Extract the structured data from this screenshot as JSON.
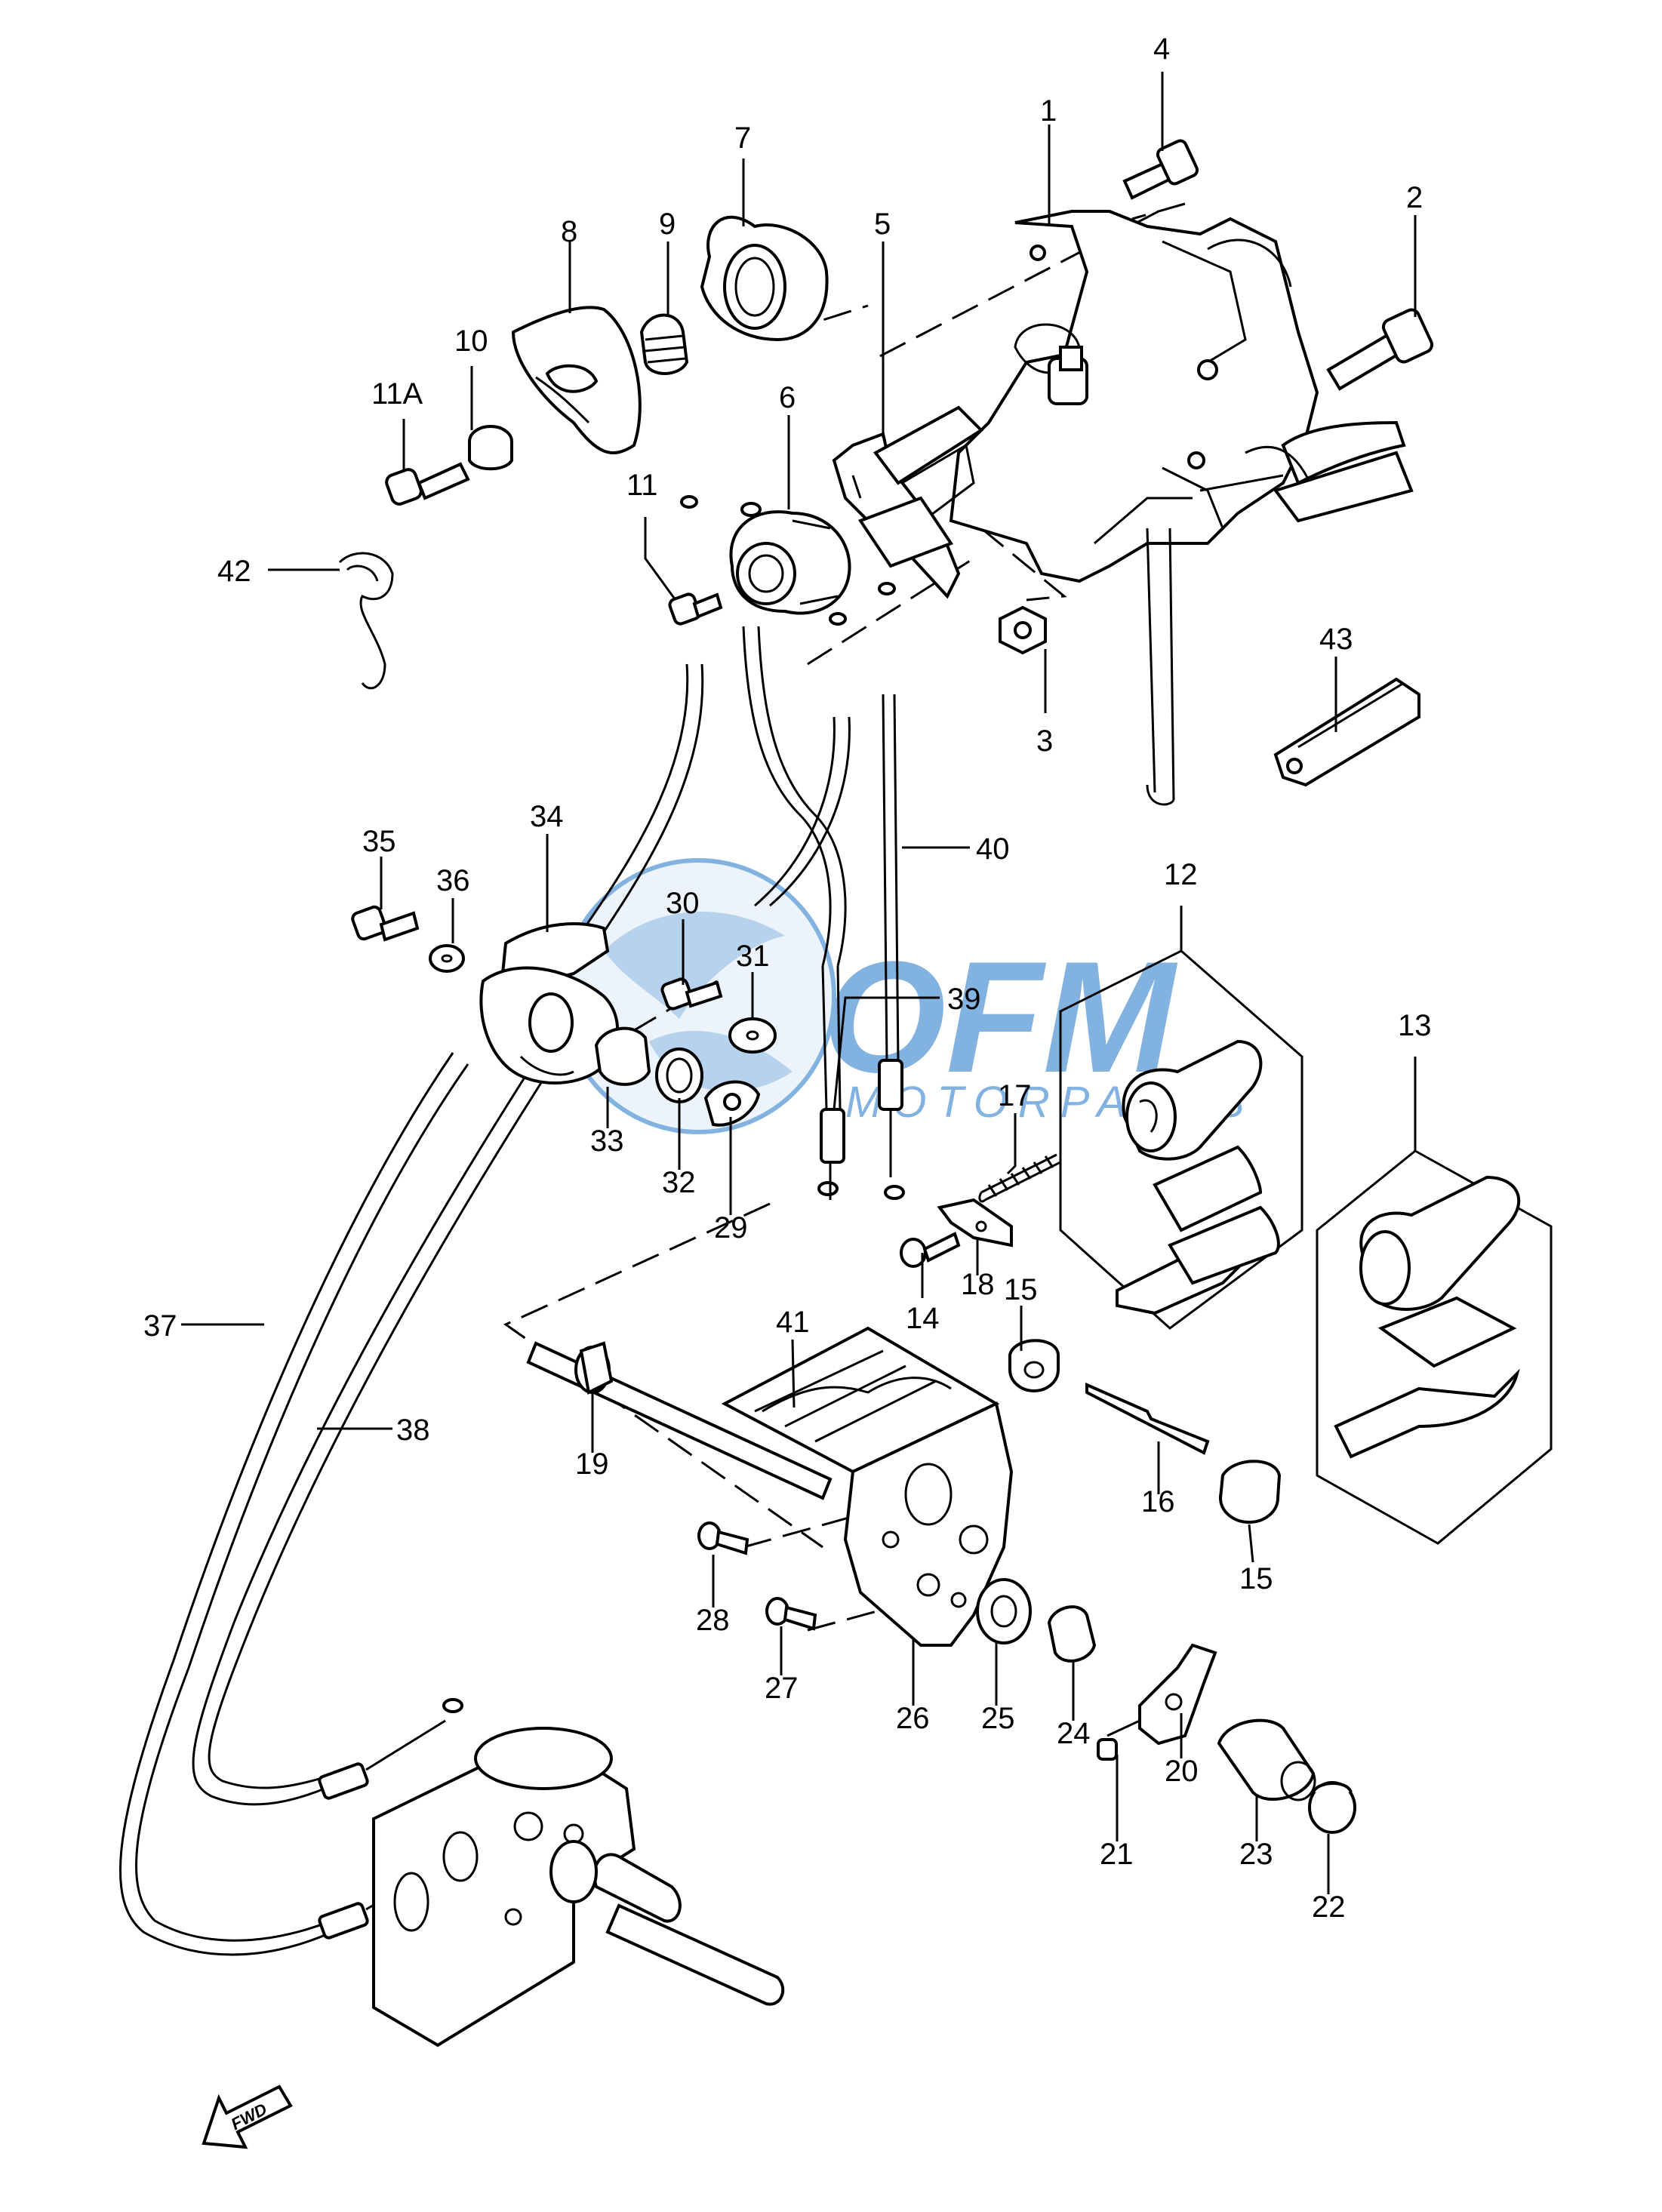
{
  "watermark": {
    "brand": "OFM",
    "subtext": "MOTORPARTS",
    "colors": {
      "blue": "#1a73c7",
      "light": "#dce9f7"
    }
  },
  "fwd_label": "FWD",
  "callouts": {
    "c1": "1",
    "c2": "2",
    "c3": "3",
    "c4": "4",
    "c5": "5",
    "c6": "6",
    "c7": "7",
    "c8": "8",
    "c9": "9",
    "c10": "10",
    "c11": "11",
    "c11a": "11A",
    "c12": "12",
    "c13": "13",
    "c14": "14",
    "c15a": "15",
    "c15b": "15",
    "c16": "16",
    "c17": "17",
    "c18": "18",
    "c19": "19",
    "c20": "20",
    "c21": "21",
    "c22": "22",
    "c23": "23",
    "c24": "24",
    "c25": "25",
    "c26": "26",
    "c27": "27",
    "c28": "28",
    "c29": "29",
    "c30": "30",
    "c31": "31",
    "c32": "32",
    "c33": "33",
    "c34": "34",
    "c35": "35",
    "c36": "36",
    "c37": "37",
    "c38": "38",
    "c39": "39",
    "c40": "40",
    "c41": "41",
    "c42": "42",
    "c43": "43"
  }
}
